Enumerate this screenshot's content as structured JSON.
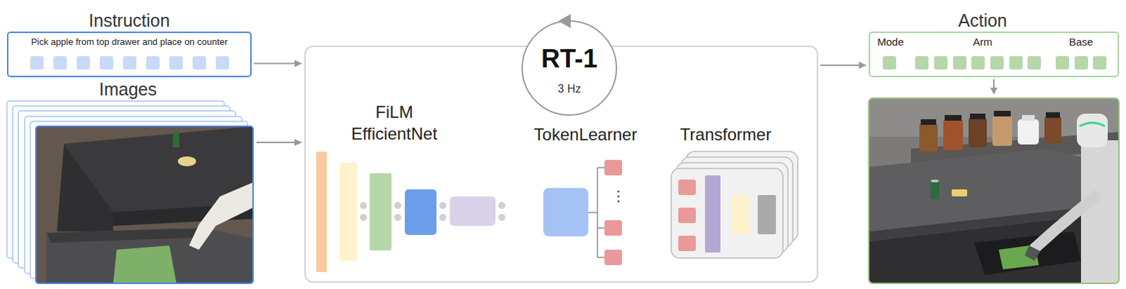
{
  "diagram": {
    "nodes": [
      {
        "text": [
          "Instruction",
          "Pick apple from top drawer and place on counter"
        ]
      },
      {
        "text": [
          "Images"
        ]
      },
      {
        "text": []
      },
      {
        "text": [
          "RT-1",
          "3 Hz"
        ],
        "in": 2
      },
      {
        "text": [
          "FiLM EfficientNet"
        ],
        "in": 2
      },
      {
        "text": [
          "TokenLearner"
        ],
        "in": 2
      },
      {
        "text": [
          "Transformer"
        ],
        "in": 2
      },
      {
        "text": [
          "Action",
          "Mode",
          "Arm",
          "Base"
        ]
      }
    ],
    "edges": [
      {
        "from": 0,
        "to": 2,
        "arrow": "to"
      },
      {
        "from": 1,
        "to": 2,
        "arrow": "to"
      },
      {
        "from": 2,
        "to": 7,
        "arrow": "to"
      }
    ]
  }
}
